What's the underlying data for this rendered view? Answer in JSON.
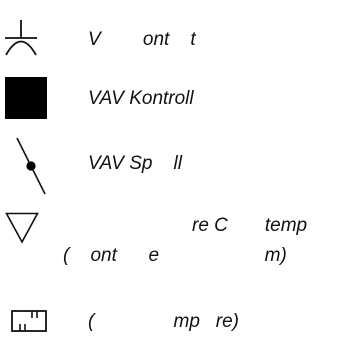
{
  "legend": {
    "items": [
      {
        "icon": "valve-contact-icon",
        "lines": [
          "V        ont    t"
        ]
      },
      {
        "icon": "filled-square-icon",
        "lines": [
          "VAV Kontroll"
        ]
      },
      {
        "icon": "spring-valve-icon",
        "lines": [
          "VAV Sp    ll"
        ]
      },
      {
        "icon": "triangle-down-icon",
        "lines": [
          "re C       temp",
          "(    ont      e                    m)"
        ]
      },
      {
        "icon": "damper-box-icon",
        "lines": [
          "(               mp   re)"
        ]
      }
    ]
  },
  "colors": {
    "ink": "#111111",
    "background": "#ffffff"
  }
}
